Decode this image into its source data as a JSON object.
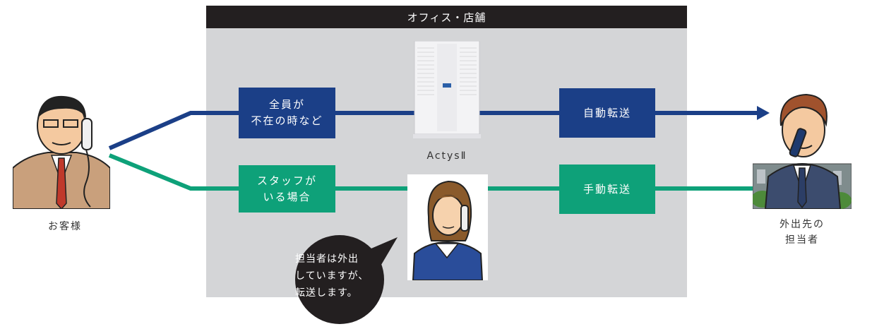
{
  "office": {
    "title": "オフィス・店舗"
  },
  "routes": {
    "absent_box": "全員が\n不在の時など",
    "staff_box": "スタッフが\nいる場合",
    "auto_forward": "自動転送",
    "manual_forward": "手動転送"
  },
  "device": {
    "label": "ActysⅡ"
  },
  "people": {
    "customer": "お客様",
    "remote_staff": "外出先の\n担当者"
  },
  "bubble": {
    "text": "担当者は外出\nしていますが、\n転送します。"
  },
  "colors": {
    "blue": "#1b3f87",
    "green": "#0ea179",
    "header": "#231f20",
    "office_bg": "#d4d5d7"
  }
}
